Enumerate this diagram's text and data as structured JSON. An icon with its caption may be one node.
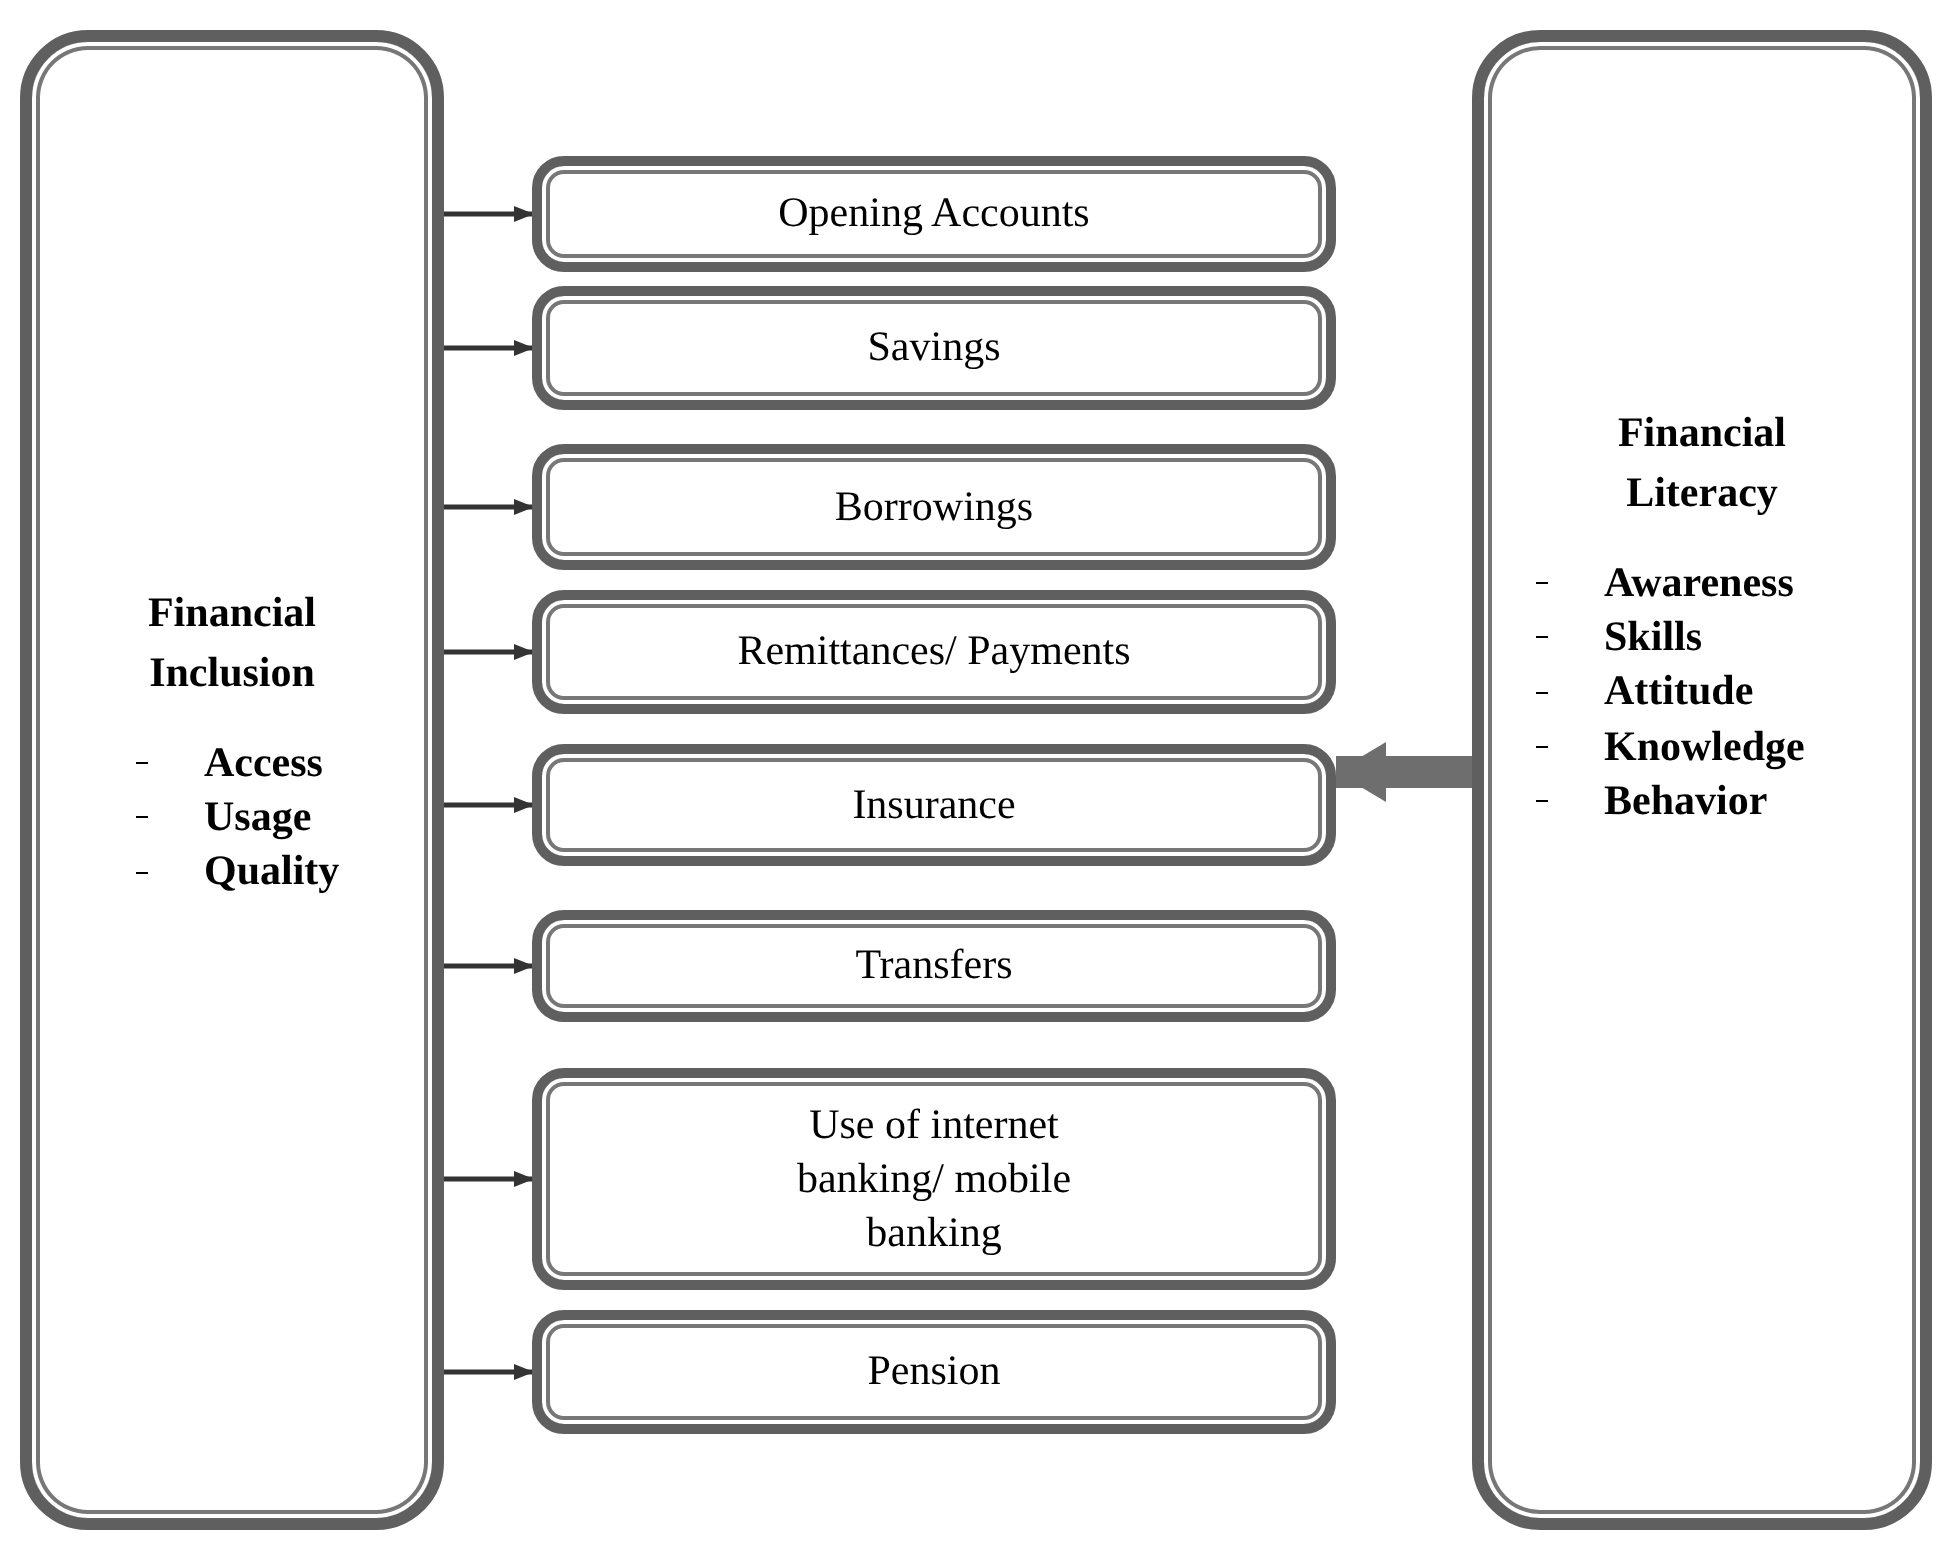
{
  "diagram": {
    "nodes": [
      {
        "text": [
          "Financial Inclusion",
          "Access",
          "Usage",
          "Quality"
        ]
      },
      {
        "text": [
          "Opening Accounts"
        ]
      },
      {
        "text": [
          "Savings"
        ]
      },
      {
        "text": [
          "Borrowings"
        ]
      },
      {
        "text": [
          "Remittances/ Payments"
        ]
      },
      {
        "text": [
          "Insurance"
        ]
      },
      {
        "text": [
          "Transfers"
        ]
      },
      {
        "text": [
          "Use of internet banking/ mobile banking"
        ]
      },
      {
        "text": [
          "Pension"
        ]
      },
      {
        "text": [
          "Financial Literacy",
          "Awareness",
          "Skills",
          "Attitude",
          "Knowledge",
          "Behavior"
        ]
      }
    ],
    "edges": [
      {
        "from": 0,
        "to": 1,
        "arrow": "to"
      },
      {
        "from": 0,
        "to": 2,
        "arrow": "to"
      },
      {
        "from": 0,
        "to": 3,
        "arrow": "to"
      },
      {
        "from": 0,
        "to": 4,
        "arrow": "to"
      },
      {
        "from": 0,
        "to": 5,
        "arrow": "to"
      },
      {
        "from": 0,
        "to": 6,
        "arrow": "to"
      },
      {
        "from": 0,
        "to": 7,
        "arrow": "to"
      },
      {
        "from": 0,
        "to": 8,
        "arrow": "to"
      },
      {
        "from": 9,
        "to": 5,
        "arrow": "to",
        "style": "thick"
      }
    ]
  }
}
